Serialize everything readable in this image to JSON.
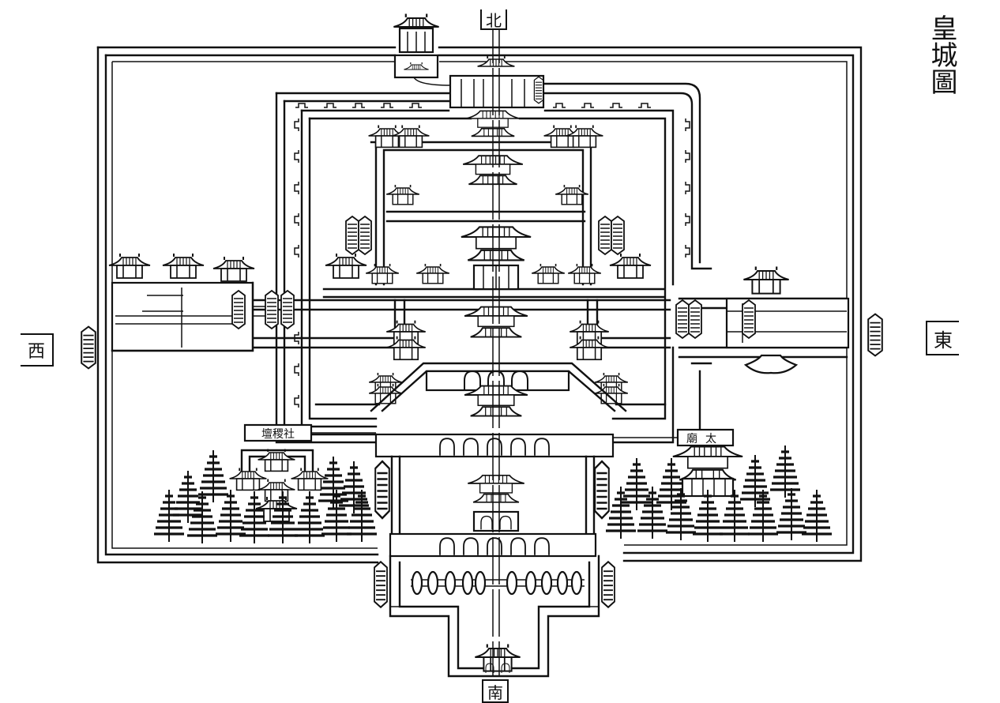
{
  "title": "皇城圖",
  "directions": {
    "north": "北",
    "south": "南",
    "west": "西",
    "east": "東"
  },
  "labels": {
    "altar": "壇稷社",
    "temple": "廟太"
  },
  "colors": {
    "ink": "#111111",
    "paper": "#ffffff"
  }
}
